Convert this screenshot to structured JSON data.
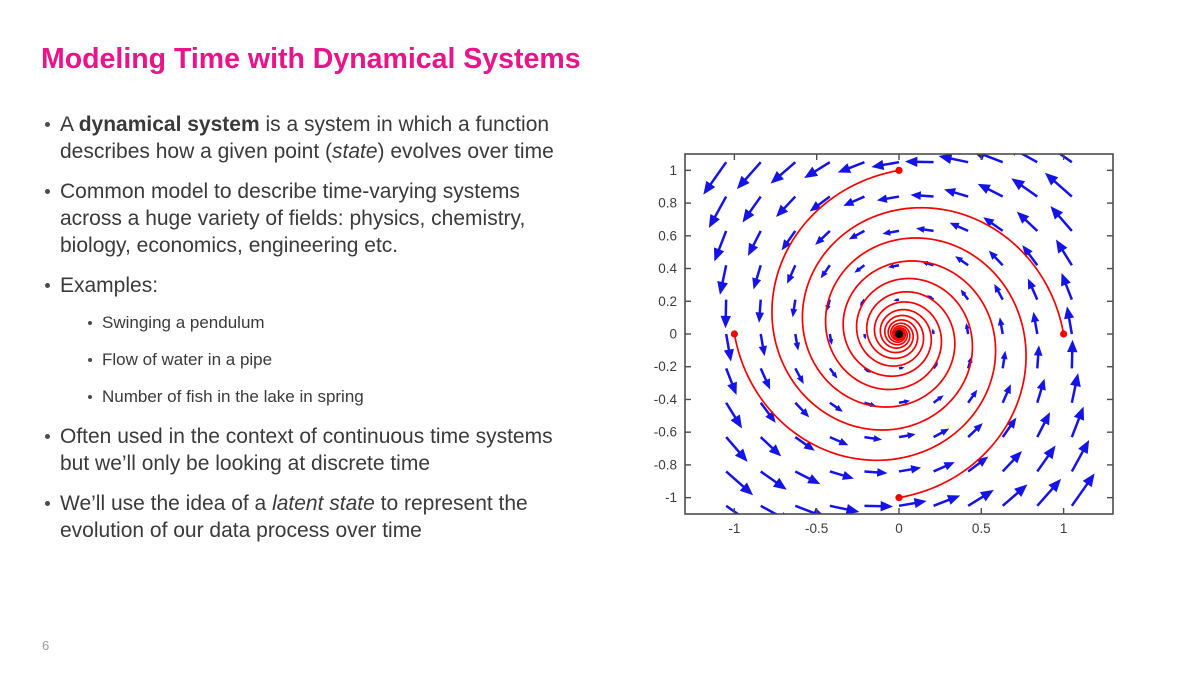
{
  "slide": {
    "title": "Modeling Time with Dynamical Systems",
    "title_color": "#E9138B",
    "page_number": "6",
    "bullets": [
      {
        "level": 1,
        "segments": [
          {
            "t": "A "
          },
          {
            "t": "dynamical system",
            "b": true
          },
          {
            "t": " is a system in which a function describes how a given point ("
          },
          {
            "t": "state",
            "i": true
          },
          {
            "t": ") evolves over time"
          }
        ]
      },
      {
        "level": 1,
        "segments": [
          {
            "t": "Common model to describe time-varying systems across a huge variety of fields: physics, chemistry, biology, economics, engineering etc."
          }
        ]
      },
      {
        "level": 1,
        "segments": [
          {
            "t": "Examples:"
          }
        ]
      },
      {
        "level": 2,
        "segments": [
          {
            "t": "Swinging a pendulum"
          }
        ]
      },
      {
        "level": 2,
        "segments": [
          {
            "t": "Flow of water in a pipe"
          }
        ]
      },
      {
        "level": 2,
        "segments": [
          {
            "t": "Number of fish in the lake in spring"
          }
        ]
      },
      {
        "level": 1,
        "segments": [
          {
            "t": "Often used in the context of continuous time systems but we’ll only be looking at discrete time"
          }
        ]
      },
      {
        "level": 1,
        "segments": [
          {
            "t": "We’ll use the idea of a "
          },
          {
            "t": "latent state",
            "i": true
          },
          {
            "t": " to represent the evolution of our data process over time"
          }
        ]
      }
    ]
  },
  "chart_data": {
    "type": "phase_portrait",
    "description": "Stable spiral (counterclockwise, decaying) of the linear dynamical system dx/dt = a*x - b*y, dy/dt = b*x + a*y, shown as a blue quiver vector field with red trajectories spiraling from four initial states into the equilibrium at the origin",
    "system": {
      "a": -0.1745,
      "b": 1
    },
    "xlim": [
      -1.3,
      1.3
    ],
    "ylim": [
      -1.1,
      1.1
    ],
    "x_ticks": [
      {
        "value": -1,
        "label": "-1"
      },
      {
        "value": -0.5,
        "label": "-0.5"
      },
      {
        "value": 0,
        "label": "0"
      },
      {
        "value": 0.5,
        "label": "0.5"
      },
      {
        "value": 1,
        "label": "1"
      }
    ],
    "y_ticks": [
      {
        "value": 1,
        "label": "1"
      },
      {
        "value": 0.8,
        "label": "0.8"
      },
      {
        "value": 0.6,
        "label": "0.6"
      },
      {
        "value": 0.4,
        "label": "0.4"
      },
      {
        "value": 0.2,
        "label": "0.2"
      },
      {
        "value": 0,
        "label": "0"
      },
      {
        "value": -0.2,
        "label": "-0.2"
      },
      {
        "value": -0.4,
        "label": "-0.4"
      },
      {
        "value": -0.6,
        "label": "-0.6"
      },
      {
        "value": -0.8,
        "label": "-0.8"
      },
      {
        "value": -1,
        "label": "-1"
      }
    ],
    "vector_field": {
      "grid_min": -1.05,
      "grid_max": 1.05,
      "grid_points": 11,
      "arrow_scale": 0.16,
      "color": "#1414E8"
    },
    "trajectories": {
      "initial_states": [
        [
          0,
          1
        ],
        [
          1,
          0
        ],
        [
          0,
          -1
        ],
        [
          -1,
          0
        ]
      ],
      "revolutions": 6,
      "color": "#F80000",
      "start_marker_color": "#F80000"
    },
    "equilibrium": {
      "point": [
        0,
        0
      ],
      "color": "#000000"
    },
    "frame_color": "#4d4d4d",
    "tick_label_color": "#3c3c3c"
  }
}
